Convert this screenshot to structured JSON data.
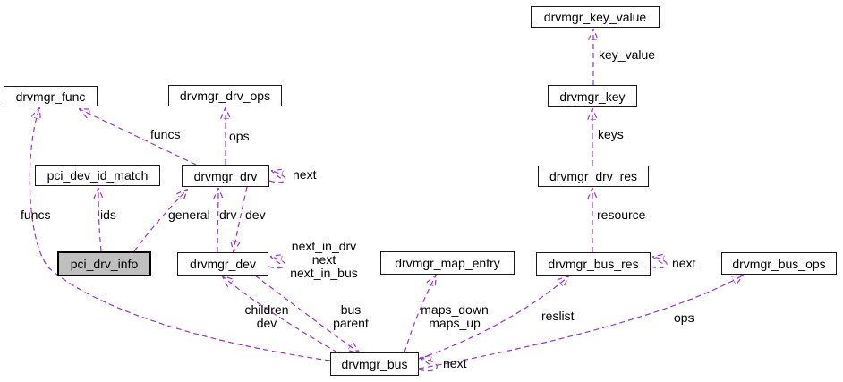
{
  "diagram": {
    "type": "collaboration-graph",
    "highlighted_node": "pci_drv_info",
    "colors": {
      "edge": "#9a32cd",
      "node_border": "#000000",
      "node_fill": "#ffffff",
      "highlight_fill": "#bfbfbf",
      "background": "#ffffff",
      "text": "#000000"
    },
    "nodes": [
      {
        "id": "drvmgr_key_value",
        "label": "drvmgr_key_value"
      },
      {
        "id": "drvmgr_func",
        "label": "drvmgr_func"
      },
      {
        "id": "drvmgr_drv_ops",
        "label": "drvmgr_drv_ops"
      },
      {
        "id": "drvmgr_key",
        "label": "drvmgr_key"
      },
      {
        "id": "pci_dev_id_match",
        "label": "pci_dev_id_match"
      },
      {
        "id": "drvmgr_drv",
        "label": "drvmgr_drv"
      },
      {
        "id": "drvmgr_drv_res",
        "label": "drvmgr_drv_res"
      },
      {
        "id": "pci_drv_info",
        "label": "pci_drv_info",
        "highlighted": true
      },
      {
        "id": "drvmgr_dev",
        "label": "drvmgr_dev"
      },
      {
        "id": "drvmgr_map_entry",
        "label": "drvmgr_map_entry"
      },
      {
        "id": "drvmgr_bus_res",
        "label": "drvmgr_bus_res"
      },
      {
        "id": "drvmgr_bus_ops",
        "label": "drvmgr_bus_ops"
      },
      {
        "id": "drvmgr_bus",
        "label": "drvmgr_bus"
      }
    ],
    "edges": [
      {
        "from": "drvmgr_key",
        "to": "drvmgr_key_value",
        "label": "key_value"
      },
      {
        "from": "drvmgr_drv_res",
        "to": "drvmgr_key",
        "label": "keys"
      },
      {
        "from": "drvmgr_bus_res",
        "to": "drvmgr_drv_res",
        "label": "resource"
      },
      {
        "from": "drvmgr_drv",
        "to": "drvmgr_drv_ops",
        "label": "ops"
      },
      {
        "from": "drvmgr_drv",
        "to": "drvmgr_func",
        "label": "funcs"
      },
      {
        "from": "drvmgr_drv",
        "to": "drvmgr_drv",
        "label": "next"
      },
      {
        "from": "pci_drv_info",
        "to": "drvmgr_drv",
        "label": "general"
      },
      {
        "from": "pci_drv_info",
        "to": "pci_dev_id_match",
        "label": "ids"
      },
      {
        "from": "drvmgr_dev",
        "to": "drvmgr_drv",
        "label": "drv"
      },
      {
        "from": "drvmgr_drv",
        "to": "drvmgr_dev",
        "label": "dev"
      },
      {
        "from": "drvmgr_dev",
        "to": "drvmgr_dev",
        "label": "next_in_drv\nnext\nnext_in_bus"
      },
      {
        "from": "drvmgr_bus",
        "to": "drvmgr_dev",
        "label": "children\ndev"
      },
      {
        "from": "drvmgr_dev",
        "to": "drvmgr_bus",
        "label": "bus\nparent"
      },
      {
        "from": "drvmgr_bus",
        "to": "drvmgr_map_entry",
        "label": "maps_down\nmaps_up"
      },
      {
        "from": "drvmgr_bus",
        "to": "drvmgr_bus",
        "label": "next"
      },
      {
        "from": "drvmgr_bus",
        "to": "drvmgr_bus_res",
        "label": "reslist"
      },
      {
        "from": "drvmgr_bus",
        "to": "drvmgr_bus_ops",
        "label": "ops"
      },
      {
        "from": "drvmgr_bus",
        "to": "drvmgr_func",
        "label": "funcs"
      },
      {
        "from": "drvmgr_bus_res",
        "to": "drvmgr_bus_res",
        "label": "next"
      }
    ]
  }
}
